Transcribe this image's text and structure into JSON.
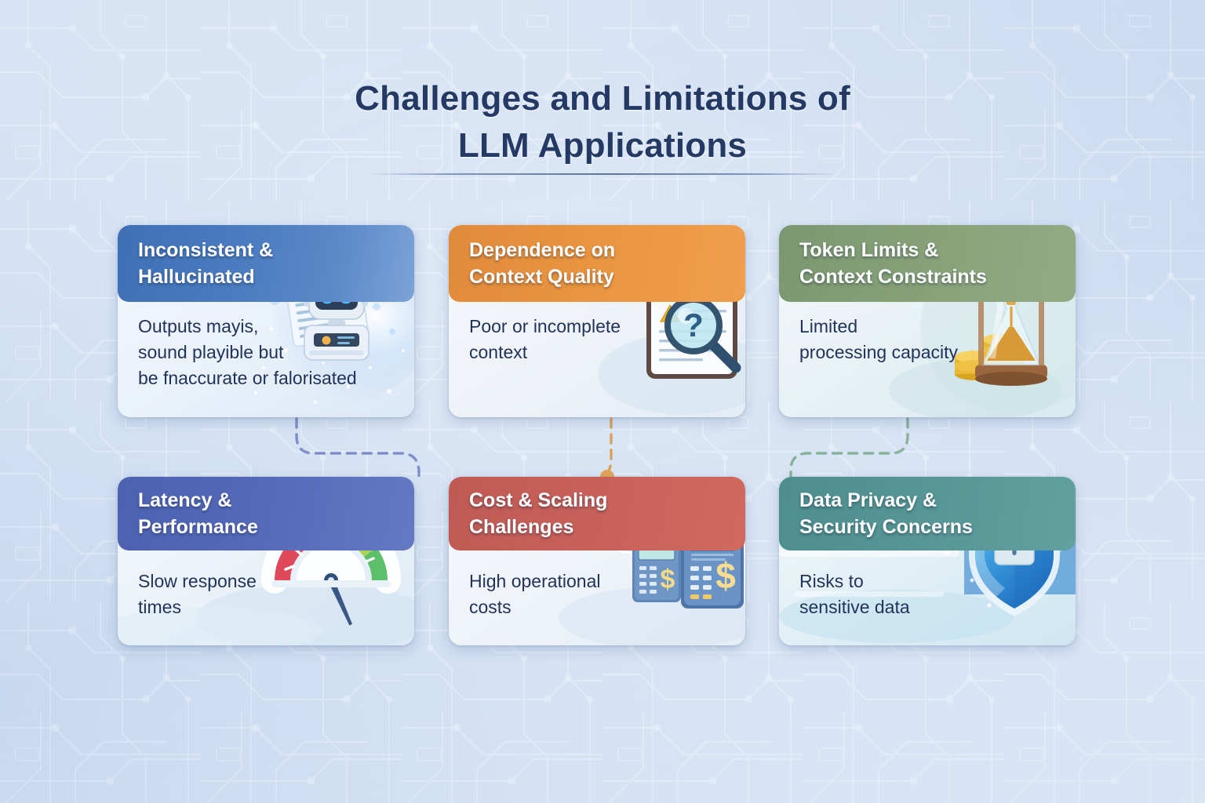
{
  "page": {
    "title_line1": "Challenges and Limitations of",
    "title_line2": "LLM Applications",
    "background_color": "#cfdef2",
    "title_color": "#243963"
  },
  "cards": [
    {
      "id": "inconsistent-hallucinated",
      "title": "Inconsistent &\nHallucinated",
      "body": "Outputs mayis,\nsound playible but\nbe fnaccurate or falorisated",
      "header_color": "#4a7bc0",
      "icon": "robot-icon",
      "row": 1,
      "column": 1
    },
    {
      "id": "dependence-on-context-quality",
      "title": "Dependence on\nContext Quality",
      "body": "Poor or incomplete\ncontext",
      "header_color": "#e9943f",
      "icon": "clipboard-magnifier-icon",
      "row": 1,
      "column": 2
    },
    {
      "id": "token-limits-context-constraints",
      "title": "Token Limits &\nContext Constraints",
      "body": "Limited\nprocessing capacity",
      "header_color": "#86a178",
      "icon": "hourglass-coins-icon",
      "row": 1,
      "column": 3
    },
    {
      "id": "latency-performance",
      "title": "Latency &\nPerformance",
      "body": "Slow response\ntimes",
      "header_color": "#5468b8",
      "icon": "gauge-warning-icon",
      "row": 2,
      "column": 1
    },
    {
      "id": "cost-scaling-challenges",
      "title": "Cost & Scaling\nChallenges",
      "body": "High operational\ncosts",
      "header_color": "#c7605a",
      "icon": "calculator-cloud-icon",
      "row": 2,
      "column": 2
    },
    {
      "id": "data-privacy-security-concerns",
      "title": "Data Privacy &\nSecurity Concerns",
      "body": "Risks  to\nsensitive data",
      "header_color": "#569595",
      "icon": "shield-lock-icon",
      "row": 2,
      "column": 3
    }
  ],
  "connectors": [
    {
      "id": "connector-blue",
      "color": "#6f7fc0",
      "style": "dashed-curve",
      "from": "inconsistent-hallucinated",
      "to": "latency-performance"
    },
    {
      "id": "connector-orange",
      "color": "#d79a4e",
      "style": "dashed-vertical-dot",
      "from": "dependence-on-context-quality",
      "to": "cost-scaling-challenges"
    },
    {
      "id": "connector-green",
      "color": "#7aa98c",
      "style": "dashed-curve",
      "from": "token-limits-context-constraints",
      "to": "data-privacy-security-concerns"
    }
  ]
}
